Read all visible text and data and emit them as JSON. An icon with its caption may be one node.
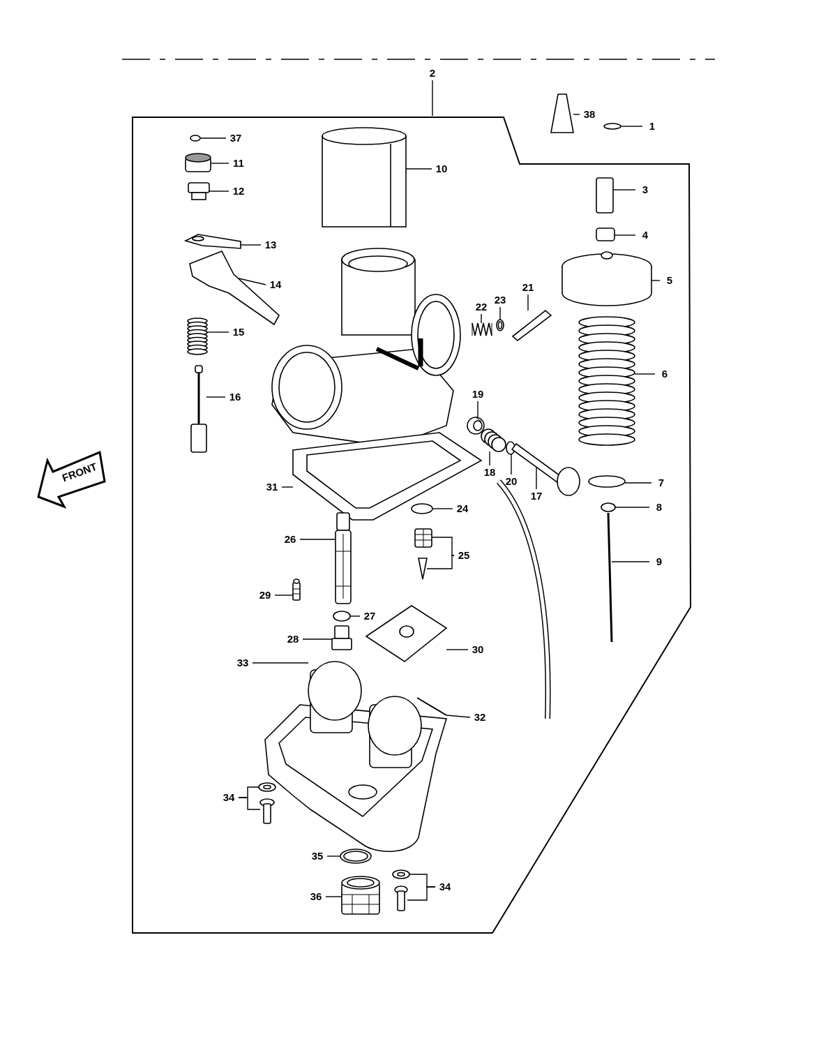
{
  "diagram": {
    "nodes": [
      {
        "text": [
          "2"
        ]
      },
      {
        "text": [],
        "shape": "box"
      },
      {
        "text": [
          "38"
        ]
      },
      {
        "text": [
          "1"
        ]
      },
      {
        "text": [
          "37"
        ],
        "in": 1
      },
      {
        "text": [
          "11"
        ],
        "in": 1
      },
      {
        "text": [
          "10"
        ],
        "in": 1
      },
      {
        "text": [
          "3"
        ],
        "in": 1
      },
      {
        "text": [
          "12"
        ],
        "in": 1
      },
      {
        "text": [
          "4"
        ],
        "in": 1
      },
      {
        "text": [
          "13"
        ],
        "in": 1
      },
      {
        "text": [
          "5"
        ],
        "in": 1
      },
      {
        "text": [
          "14"
        ],
        "in": 1
      },
      {
        "text": [
          "21"
        ],
        "in": 1
      },
      {
        "text": [
          "23"
        ],
        "in": 1
      },
      {
        "text": [
          "22"
        ],
        "in": 1
      },
      {
        "text": [
          "15"
        ],
        "in": 1
      },
      {
        "text": [
          "6"
        ],
        "in": 1
      },
      {
        "text": [
          "19"
        ],
        "in": 1
      },
      {
        "text": [
          "16"
        ],
        "in": 1
      },
      {
        "text": [
          "18"
        ],
        "in": 1
      },
      {
        "text": [
          "7"
        ],
        "in": 1
      },
      {
        "text": [
          "20"
        ],
        "in": 1
      },
      {
        "text": [
          "31"
        ],
        "in": 1
      },
      {
        "text": [
          "17"
        ],
        "in": 1
      },
      {
        "text": [
          "8"
        ],
        "in": 1
      },
      {
        "text": [
          "24"
        ],
        "in": 1
      },
      {
        "text": [
          "26"
        ],
        "in": 1
      },
      {
        "text": [
          "25"
        ],
        "in": 1
      },
      {
        "text": [
          "9"
        ],
        "in": 1
      },
      {
        "text": [
          "29"
        ],
        "in": 1
      },
      {
        "text": [
          "27"
        ],
        "in": 1
      },
      {
        "text": [
          "28"
        ],
        "in": 1
      },
      {
        "text": [
          "30"
        ],
        "in": 1
      },
      {
        "text": [
          "33"
        ],
        "in": 1
      },
      {
        "text": [
          "32"
        ],
        "in": 1
      },
      {
        "text": [
          "34"
        ],
        "in": 1
      },
      {
        "text": [
          "35"
        ],
        "in": 1
      },
      {
        "text": [
          "34"
        ],
        "in": 1
      },
      {
        "text": [
          "36"
        ],
        "in": 1
      },
      {
        "text": [],
        "shape": "picture"
      },
      {
        "text": [],
        "shape": "picture"
      },
      {
        "text": [],
        "shape": "picture",
        "in": 1
      },
      {
        "text": [],
        "shape": "picture",
        "in": 1
      },
      {
        "text": [],
        "shape": "picture",
        "in": 1
      },
      {
        "text": [],
        "shape": "picture",
        "in": 1
      },
      {
        "text": [],
        "shape": "picture",
        "in": 1
      },
      {
        "text": [],
        "shape": "picture",
        "in": 1
      },
      {
        "text": [],
        "shape": "picture",
        "in": 1
      },
      {
        "text": [],
        "shape": "picture",
        "in": 1
      },
      {
        "text": [],
        "shape": "picture",
        "in": 1
      },
      {
        "text": [],
        "shape": "picture",
        "in": 1
      },
      {
        "text": [],
        "shape": "picture",
        "in": 1
      },
      {
        "text": [],
        "shape": "picture",
        "in": 1
      },
      {
        "text": [],
        "shape": "picture",
        "in": 1
      },
      {
        "text": [],
        "shape": "picture",
        "in": 1
      },
      {
        "text": [],
        "shape": "picture",
        "in": 1
      },
      {
        "text": [],
        "shape": "picture",
        "in": 1
      },
      {
        "text": [],
        "shape": "picture",
        "in": 1
      },
      {
        "text": [],
        "shape": "picture",
        "in": 1
      },
      {
        "text": [],
        "shape": "picture",
        "in": 1
      },
      {
        "text": [],
        "shape": "picture",
        "in": 1
      },
      {
        "text": [],
        "shape": "picture",
        "in": 1
      },
      {
        "text": [],
        "shape": "picture",
        "in": 1
      },
      {
        "text": [],
        "shape": "picture",
        "in": 1
      },
      {
        "text": [],
        "shape": "picture",
        "in": 1
      },
      {
        "text": [],
        "shape": "picture",
        "in": 1
      },
      {
        "text": [],
        "shape": "picture",
        "in": 1
      },
      {
        "text": [],
        "shape": "picture",
        "in": 1
      },
      {
        "text": [],
        "shape": "picture",
        "in": 1
      },
      {
        "text": [],
        "shape": "picture",
        "in": 1
      },
      {
        "text": [],
        "shape": "picture",
        "in": 1
      },
      {
        "text": [],
        "shape": "picture",
        "in": 1
      },
      {
        "text": [],
        "shape": "picture",
        "in": 1
      },
      {
        "text": [],
        "shape": "picture",
        "in": 1
      },
      {
        "text": [],
        "shape": "picture",
        "in": 1
      },
      {
        "text": [],
        "shape": "picture",
        "in": 1
      },
      {
        "text": [],
        "shape": "picture",
        "in": 1
      },
      {
        "text": [],
        "shape": "picture",
        "in": 1
      },
      {
        "text": [],
        "shape": "picture",
        "in": 1
      },
      {
        "text": [],
        "shape": "picture",
        "in": 1
      }
    ],
    "edges": [
      {
        "from": 0,
        "to": 1,
        "arrow": "none"
      },
      {
        "from": 2,
        "to": 40,
        "arrow": "none"
      },
      {
        "from": 3,
        "to": 41,
        "arrow": "none"
      },
      {
        "from": 4,
        "to": 42,
        "arrow": "none"
      },
      {
        "from": 5,
        "to": 43,
        "arrow": "none"
      },
      {
        "from": 6,
        "to": 44,
        "arrow": "none"
      },
      {
        "from": 7,
        "to": 45,
        "arrow": "none"
      },
      {
        "from": 8,
        "to": 46,
        "arrow": "none"
      },
      {
        "from": 9,
        "to": 47,
        "arrow": "none"
      },
      {
        "from": 10,
        "to": 48,
        "arrow": "none"
      },
      {
        "from": 11,
        "to": 49,
        "arrow": "none"
      },
      {
        "from": 12,
        "to": 50,
        "arrow": "none"
      },
      {
        "from": 13,
        "to": 51,
        "arrow": "none"
      },
      {
        "from": 14,
        "to": 52,
        "arrow": "none"
      },
      {
        "from": 15,
        "to": 53,
        "arrow": "none"
      },
      {
        "from": 16,
        "to": 54,
        "arrow": "none"
      },
      {
        "from": 17,
        "to": 55,
        "arrow": "none"
      },
      {
        "from": 18,
        "to": 56,
        "arrow": "none"
      },
      {
        "from": 19,
        "to": 57,
        "arrow": "none"
      },
      {
        "from": 20,
        "to": 58,
        "arrow": "none"
      },
      {
        "from": 21,
        "to": 59,
        "arrow": "none"
      },
      {
        "from": 22,
        "to": 60,
        "arrow": "none"
      },
      {
        "from": 23,
        "to": 61,
        "arrow": "none"
      },
      {
        "from": 24,
        "to": 62,
        "arrow": "none"
      },
      {
        "from": 25,
        "to": 63,
        "arrow": "none"
      },
      {
        "from": 26,
        "to": 64,
        "arrow": "none"
      },
      {
        "from": 27,
        "to": 65,
        "arrow": "none"
      },
      {
        "from": 28,
        "to": 66,
        "arrow": "none"
      },
      {
        "from": 28,
        "to": 67,
        "arrow": "none"
      },
      {
        "from": 29,
        "to": 68,
        "arrow": "none"
      },
      {
        "from": 30,
        "to": 69,
        "arrow": "none"
      },
      {
        "from": 31,
        "to": 70,
        "arrow": "none"
      },
      {
        "from": 32,
        "to": 71,
        "arrow": "none"
      },
      {
        "from": 33,
        "to": 72,
        "arrow": "none"
      },
      {
        "from": 34,
        "to": 73,
        "arrow": "none"
      },
      {
        "from": 35,
        "to": 74,
        "arrow": "none"
      },
      {
        "from": 36,
        "to": 75,
        "arrow": "none"
      },
      {
        "from": 36,
        "to": 76,
        "arrow": "none"
      },
      {
        "from": 37,
        "to": 77,
        "arrow": "none"
      },
      {
        "from": 38,
        "to": 78,
        "arrow": "none"
      },
      {
        "from": 38,
        "to": 79,
        "arrow": "none"
      },
      {
        "from": 39,
        "to": 80,
        "arrow": "none"
      }
    ],
    "labels": [
      "FRONT"
    ]
  }
}
